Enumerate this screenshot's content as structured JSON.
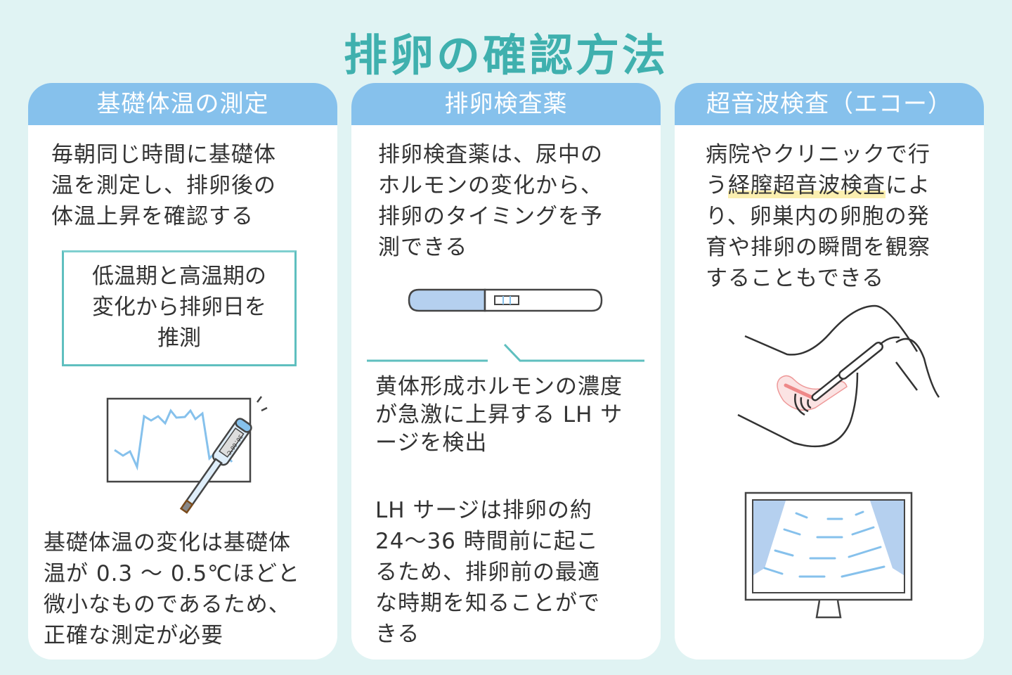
{
  "title": "排卵の確認方法",
  "columns": [
    {
      "header": "基礎体温の測定",
      "intro": "毎朝同じ時間に基礎体\n温を測定し、排卵後の\n体温上昇を確認する",
      "box": "低温期と高温期の\n変化から排卵日を\n推測",
      "thermometer_reading": "36.66℃",
      "note": "基礎体温の変化は基礎体\n温が 0.3 ～ 0.5℃ほどと\n微小なものであるため、\n正確な測定が必要"
    },
    {
      "header": "排卵検査薬",
      "intro": "排卵検査薬は、尿中の\nホルモンの変化から、\n排卵のタイミングを予\n測できる",
      "detail1": "黄体形成ホルモンの濃度\nが急激に上昇する LH サ\nージを検出",
      "detail2": "LH サージは排卵の約\n24～36 時間前に起こ\nるため、排卵前の最適\nな時期を知ることがで\nきる"
    },
    {
      "header": "超音波検査（エコー）",
      "intro_a": "病院やクリニックで行\nう",
      "intro_hl": "経膣超音波検査",
      "intro_b": "によ\nり、卵巣内の卵胞の発\n育や排卵の瞬間を観察\nすることもできる"
    }
  ],
  "colors": {
    "background": "#e0f3f3",
    "title": "#3fb0ae",
    "header": "#86c1ec",
    "accent_line": "#5fbfbf"
  }
}
